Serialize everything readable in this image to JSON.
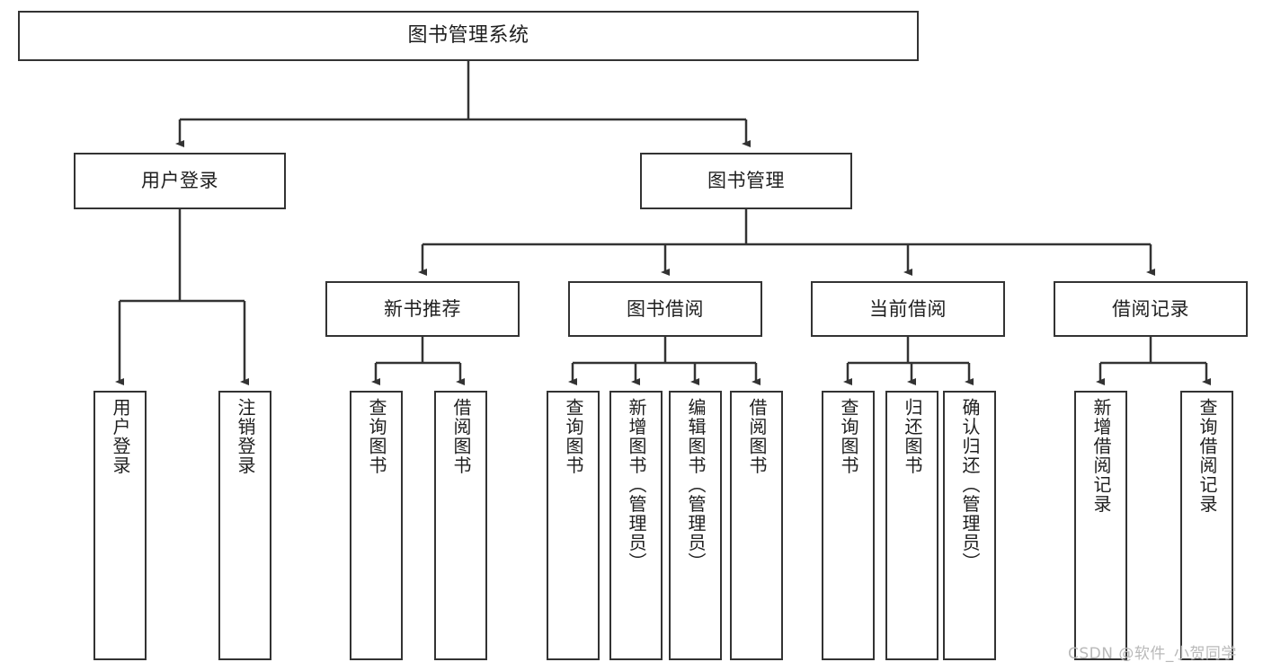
{
  "diagram": {
    "title": "图书管理系统",
    "type": "hierarchy-tree",
    "root": {
      "label": "图书管理系统"
    },
    "level1": [
      {
        "label": "用户登录"
      },
      {
        "label": "图书管理"
      }
    ],
    "level2": [
      {
        "label": "新书推荐"
      },
      {
        "label": "图书借阅"
      },
      {
        "label": "当前借阅"
      },
      {
        "label": "借阅记录"
      }
    ],
    "leaves": {
      "user_login": [
        {
          "label": "用户登录"
        },
        {
          "label": "注销登录"
        }
      ],
      "new_book_recommend": [
        {
          "label": "查询图书"
        },
        {
          "label": "借阅图书"
        }
      ],
      "book_borrow": [
        {
          "label": "查询图书"
        },
        {
          "label": "新增图书（管理员）"
        },
        {
          "label": "编辑图书（管理员）"
        },
        {
          "label": "借阅图书"
        }
      ],
      "current_borrow": [
        {
          "label": "查询图书"
        },
        {
          "label": "归还图书"
        },
        {
          "label": "确认归还（管理员）"
        }
      ],
      "borrow_record": [
        {
          "label": "新增借阅记录"
        },
        {
          "label": "查询借阅记录"
        }
      ]
    }
  },
  "watermark": {
    "text": "CSDN @软件_小贺同学"
  },
  "colors": {
    "border": "#333333",
    "text": "#1f1f1f",
    "background": "#ffffff",
    "watermark": "#b9b9b9"
  }
}
